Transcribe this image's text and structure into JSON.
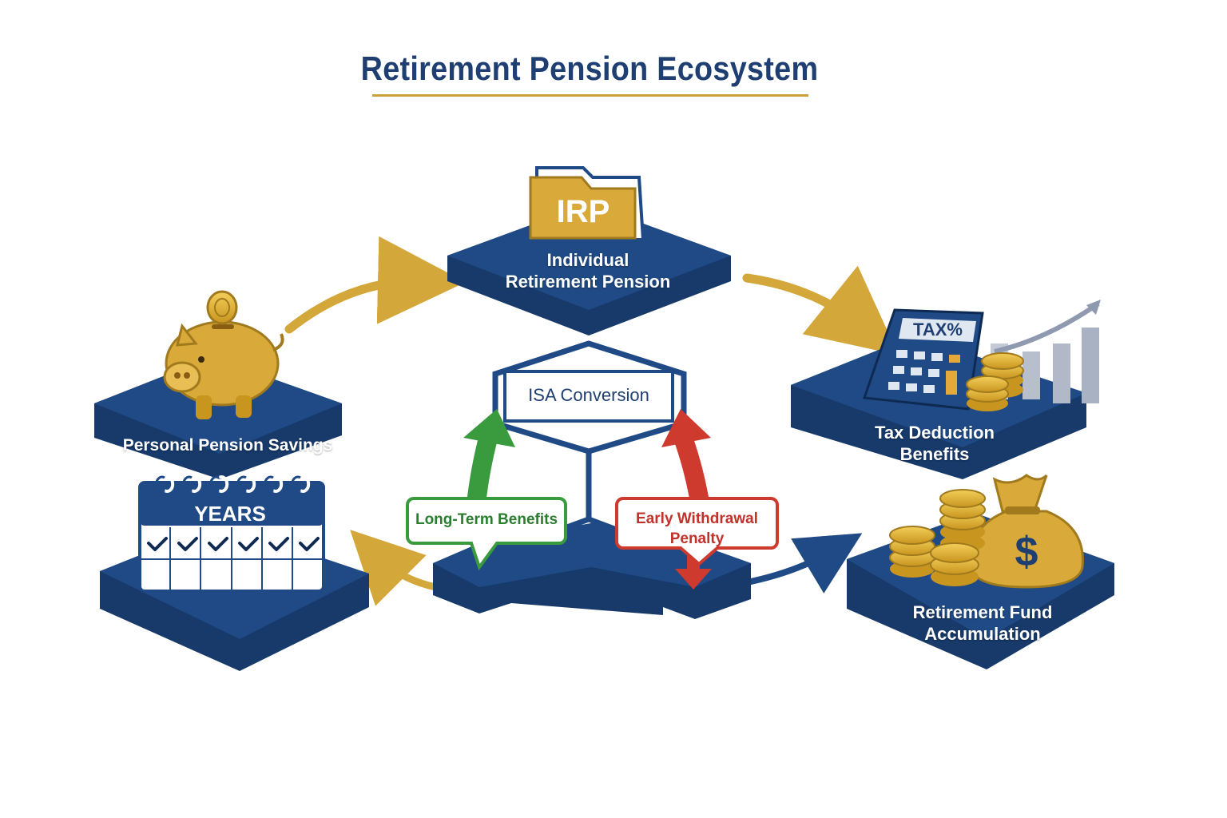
{
  "title": "Retirement Pension Ecosystem",
  "colors": {
    "navy": "#1f4a85",
    "navy_dark": "#173a6b",
    "gold": "#d4a73a",
    "gold_dark": "#b88a22",
    "green": "#3a9a3e",
    "red": "#cf3a2e"
  },
  "nodes": {
    "irp": {
      "icon_text": "IRP",
      "line1": "Individual",
      "line2": "Retirement Pension",
      "icon": "folder-icon"
    },
    "personal": {
      "label": "Personal Pension Savings",
      "icon": "piggy-bank-icon"
    },
    "tax": {
      "icon_text": "TAX%",
      "line1": "Tax Deduction",
      "line2": "Benefits",
      "icon": "calculator-icon"
    },
    "years": {
      "icon_text": "YEARS",
      "icon": "calendar-icon"
    },
    "fund": {
      "line1": "Retirement Fund",
      "line2": "Accumulation",
      "icon": "money-bag-icon"
    },
    "isa": {
      "label": "ISA Conversion"
    },
    "long_term": {
      "label": "Long-Term Benefits"
    },
    "early": {
      "line1": "Early Withdrawal",
      "line2": "Penalty"
    }
  }
}
